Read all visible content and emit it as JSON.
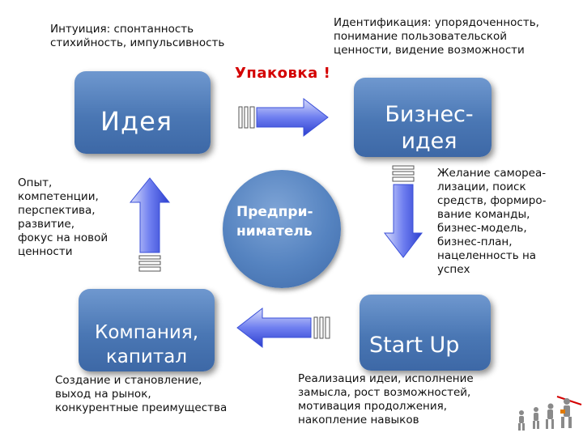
{
  "diagram": {
    "packaging_label": "Упаковка !",
    "center": "Предпри-\nниматель",
    "boxes": {
      "idea": "Идея",
      "business_idea": "Бизнес-\nидея",
      "startup": "Start Up",
      "company": "Компания,\nкапитал"
    },
    "notes": {
      "intuition": "Интуиция: спонтанность\nстихийность, импульсивность",
      "identification": "Идентификация: упорядоченность,\nпонимание пользовательской\nценности, видение возможности",
      "desire": "Желание самореа-\nлизации, поиск\nсредств, формиро-\nвание команды,\nбизнес-модель,\nбизнес-план,\nнацеленность на\nуспех",
      "realization": "Реализация идеи, исполнение\nзамысла, рост возможностей,\nмотивация продолжения,\nнакопление навыков",
      "creation": "Создание и становление,\nвыход на рынок,\nконкурентные преимущества",
      "experience": "Опыт,\nкомпетенции,\nперспектива,\nразвитие,\nфокус на новой\nценности"
    }
  },
  "colors": {
    "box_blue": "#4a77b4",
    "arrow_blue": "#3a4fd8",
    "accent_red": "#d40000"
  }
}
